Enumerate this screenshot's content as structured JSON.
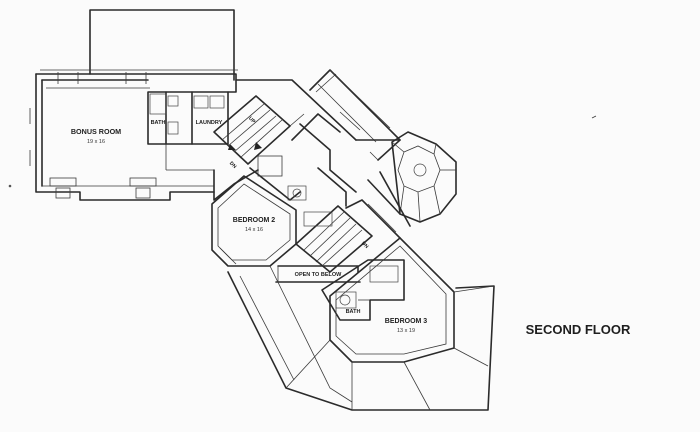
{
  "plan": {
    "title": "SECOND FLOOR",
    "rooms": [
      {
        "name": "BONUS ROOM",
        "size": "19 x 16"
      },
      {
        "name": "BEDROOM 2",
        "size": "14 x 16"
      },
      {
        "name": "BEDROOM 3",
        "size": "13 x 19"
      }
    ],
    "labels": {
      "bath_upper": "BATH",
      "laundry": "LAUNDRY",
      "bath_lower": "BATH",
      "open_to_below": "OPEN TO BELOW",
      "stair_up": "UP",
      "stair_dn_upper": "DN",
      "stair_dn_lower": "DN"
    }
  }
}
